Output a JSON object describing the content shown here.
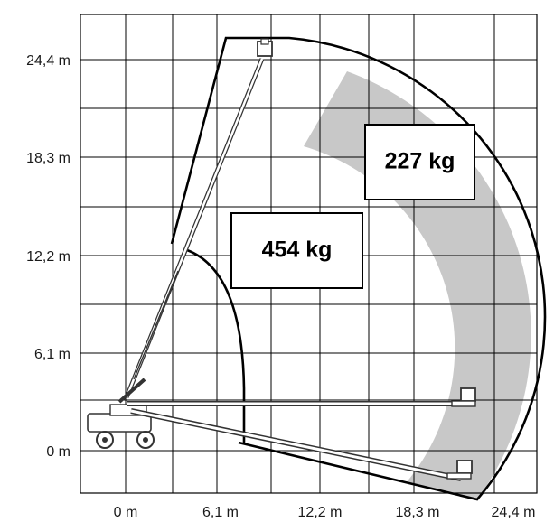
{
  "diagram": {
    "y_ticks": [
      "24,4 m",
      "18,3 m",
      "12,2 m",
      "6,1 m",
      "0 m"
    ],
    "x_ticks": [
      "0 m",
      "6,1 m",
      "12,2 m",
      "18,3 m",
      "24,4 m"
    ],
    "zones": [
      {
        "capacity": "454 kg",
        "fill": "#ffffff"
      },
      {
        "capacity": "227 kg",
        "fill": "#c8c8c8"
      }
    ],
    "colors": {
      "grid": "#000000",
      "outline": "#000000",
      "machine": "#333333"
    }
  }
}
